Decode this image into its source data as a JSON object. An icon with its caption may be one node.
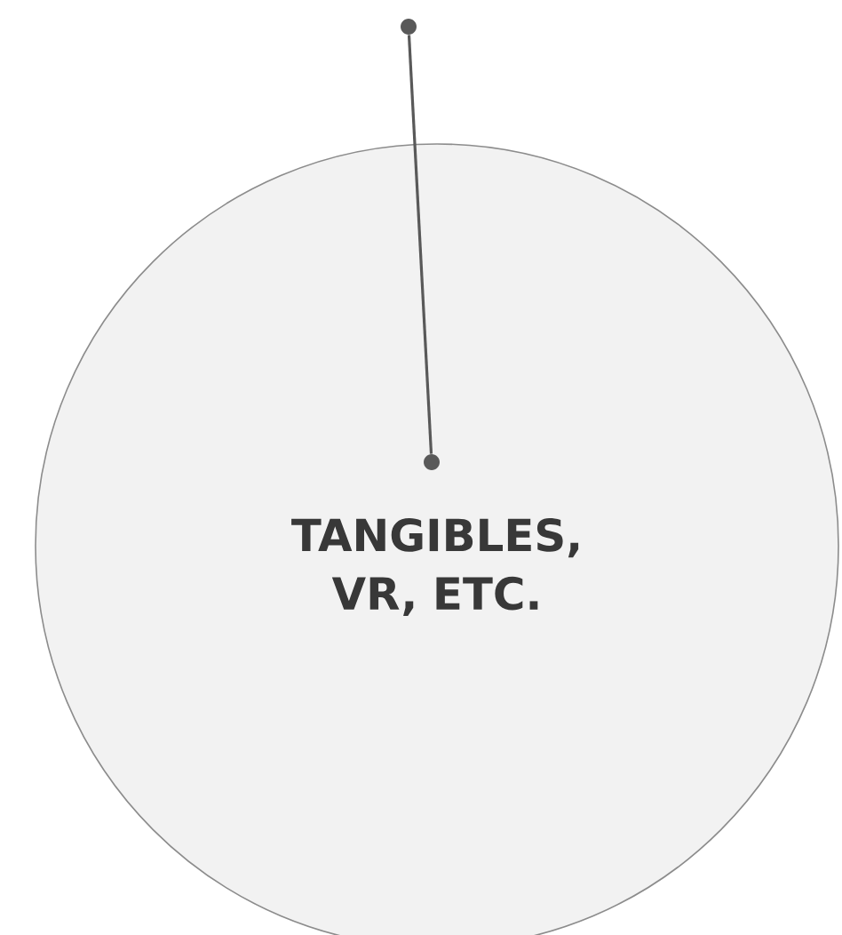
{
  "diagram": {
    "nodes": [
      {
        "text": [],
        "shape": "circle"
      },
      {
        "text": [
          "TANGIBLES, VR, ETC."
        ]
      },
      {
        "text": [],
        "shape": "circle",
        "in": 1
      }
    ],
    "edges": [
      {
        "from": 0,
        "to": 2,
        "arrow": "none"
      }
    ]
  }
}
